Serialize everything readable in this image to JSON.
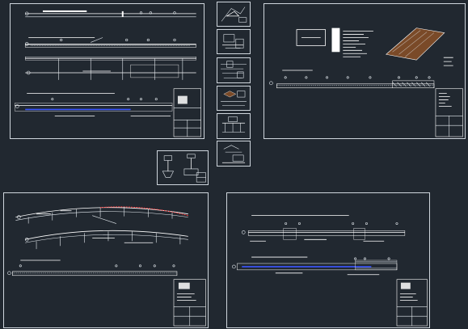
{
  "canvas": {
    "background": "#212830"
  },
  "colors": {
    "line": "#ffffff",
    "blue": "#3b56ff",
    "red": "#ff3a3a",
    "hatch": "#7a4a28"
  },
  "sheets": [
    {
      "name": "sheet-top-left",
      "kind": "longitudinal-profile"
    },
    {
      "name": "sheet-top-right",
      "kind": "site-plan"
    },
    {
      "name": "sheet-bottom-left",
      "kind": "bridge-elevation"
    },
    {
      "name": "sheet-bottom-right",
      "kind": "deck-section"
    }
  ],
  "detail_panels": [
    {
      "name": "detail-panel-1"
    },
    {
      "name": "detail-panel-2"
    },
    {
      "name": "detail-panel-3"
    },
    {
      "name": "detail-panel-4"
    },
    {
      "name": "detail-panel-5"
    },
    {
      "name": "detail-panel-6"
    },
    {
      "name": "detail-panel-7"
    },
    {
      "name": "detail-panel-8"
    }
  ]
}
